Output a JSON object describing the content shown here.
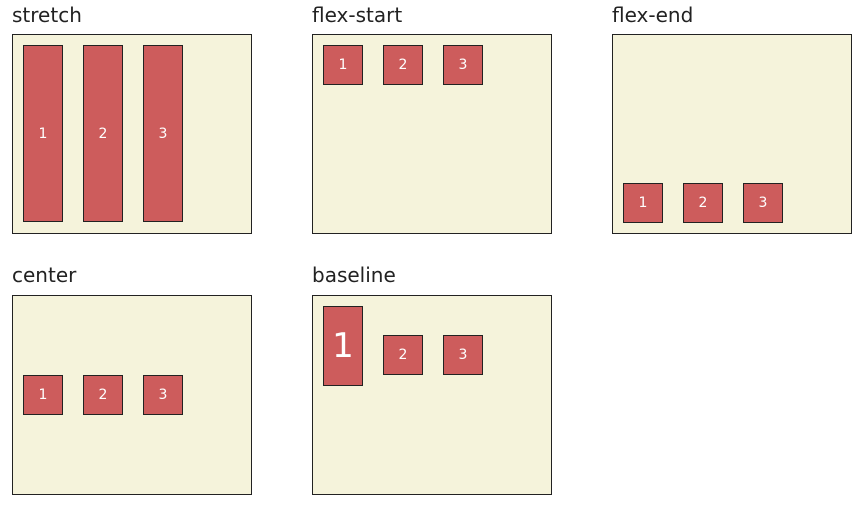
{
  "panels": [
    {
      "title": "stretch",
      "items": [
        "1",
        "2",
        "3"
      ]
    },
    {
      "title": "flex-start",
      "items": [
        "1",
        "2",
        "3"
      ]
    },
    {
      "title": "flex-end",
      "items": [
        "1",
        "2",
        "3"
      ]
    },
    {
      "title": "center",
      "items": [
        "1",
        "2",
        "3"
      ]
    },
    {
      "title": "baseline",
      "items": [
        "1",
        "2",
        "3"
      ]
    }
  ],
  "colors": {
    "container_bg": "#f5f3db",
    "item_bg": "#cd5c5c",
    "border": "#222222"
  }
}
